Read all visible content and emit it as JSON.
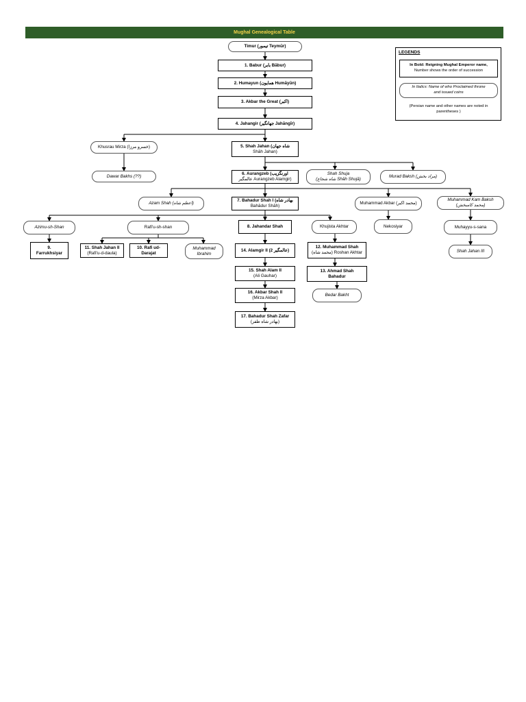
{
  "title": "Mughal Genealogical Table",
  "legend": {
    "heading": "LEGENDS",
    "bold_line1": "In Bold: Reigning Mughal Emperor name,",
    "bold_line2": "Number shows the order of succession",
    "italic_line1": "In Italics: Name of who Proclaimed throne",
    "italic_line2": "and issued coins",
    "note_line1": "(Persian name and other names are noted in",
    "note_line2": "parentheses )"
  },
  "nodes": {
    "timur": {
      "l1": "Timur (تیمور Teymūr)"
    },
    "babur": {
      "l1": "1. Babur (بابر Bābur)"
    },
    "humayun": {
      "l1": "2. Humayun (همایون Humāyūn)"
    },
    "akbar": {
      "l1": "3. Akbar the Great (اکبر)"
    },
    "jahangir": {
      "l1": "4. Jahangir (جهانگیر Jahāngīr)"
    },
    "khusrau": {
      "l1": "Khusrau Mirza (خسرو مرزا)"
    },
    "shahjahan": {
      "l1": "5. Shah Jahan (شاه جهان",
      "l2": "Shāh Jahan)"
    },
    "dawar": {
      "l1": "Dawar Bakhs (??)"
    },
    "aurangzeb": {
      "l1": "6. Aurangzeb (اورنگزیب",
      "l2": "عالمگیر Aurangzeb Alamgir)"
    },
    "shuja": {
      "l1": "Shah Shuja",
      "l2": "(شاه شجاع Shāh Shujā)"
    },
    "murad": {
      "l1": "Murad Baksh (مراد بخش)"
    },
    "azam": {
      "l1": "Azam Shah (اعظم شاه)"
    },
    "bahadur1": {
      "l1": "7. Bahadur Shah I (بهادر شاه",
      "l2": "Bahādur Shāh)"
    },
    "muhakbar": {
      "l1": "Muhammad Akbar (محمد اکبر)"
    },
    "kambaksh": {
      "l1": "Muhammad Kam Baksh",
      "l2": "(محمد کامبخش)"
    },
    "azimushan": {
      "l1": "Azimu-sh-Shan"
    },
    "rafiushan": {
      "l1": "Rafi'u-sh-shan"
    },
    "jahandar": {
      "l1": "8. Jahandar Shah"
    },
    "khujista": {
      "l1": "Khujista Akhtar"
    },
    "nekosiyar": {
      "l1": "Nekosiyar"
    },
    "muhayyu": {
      "l1": "Muhayyu-s-sana"
    },
    "farrukhsiyar": {
      "l1": "9.",
      "l2": "Farrukhsiyar"
    },
    "shahjahan2": {
      "l1": "11. Shah Jahan II",
      "l2": "(Rafi'u-d-daula)"
    },
    "rafiud": {
      "l1": "10. Rafi ud-",
      "l2": "Darajat"
    },
    "ibrahim": {
      "l1": "Muhammad",
      "l2": "Ibrahim"
    },
    "alamgir2": {
      "l1": "14. Alamgir II (2 عالمگیر)"
    },
    "muhshah": {
      "l1": "12. Muhammad Shah",
      "l2": "(محمد شاه) Roshan Akhtar"
    },
    "shahjahan3": {
      "l1": "Shah Jahan III"
    },
    "shahalam": {
      "l1": "15. Shah Alam II",
      "l2": "(Ali Gauhar)"
    },
    "ahmadshah": {
      "l1": "13. Ahmad Shah",
      "l2": "Bahadur"
    },
    "akbar2": {
      "l1": "16. Akbar Shah II",
      "l2": "(Mirza Akbar)"
    },
    "bedar": {
      "l1": "Bedar Bakht"
    },
    "zafar": {
      "l1": "17. Bahadur Shah Zafar",
      "l2": "(بهادر شاه ظفر)"
    }
  }
}
